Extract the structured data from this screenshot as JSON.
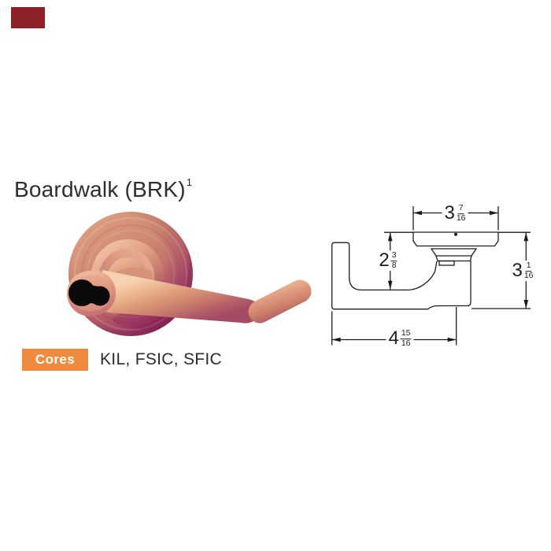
{
  "page": {
    "background": "#ffffff"
  },
  "brand": {
    "swatch_color": "#8d2029"
  },
  "title": {
    "text": "Boardwalk (BRK)",
    "superscript": "1"
  },
  "product_image": {
    "description": "Boardwalk lever handle on round rose, satin copper/bronze finish, interchangeable-core keyway visible in lever end",
    "finish_highlight": "#f4cfb0",
    "finish_mid": "#d18a6c",
    "finish_shadow": "#96245c",
    "keyway_color": "#0a0a0a"
  },
  "drawing": {
    "line_color": "#1c1c1c",
    "dimensions": {
      "top_width": {
        "whole": "3",
        "numerator": "7",
        "denominator": "16"
      },
      "left_height": {
        "whole": "2",
        "numerator": "3",
        "denominator": "8"
      },
      "right_height": {
        "whole": "3",
        "numerator": "1",
        "denominator": "16"
      },
      "bottom_length": {
        "whole": "4",
        "numerator": "15",
        "denominator": "16"
      }
    }
  },
  "cores": {
    "label": "Cores",
    "badge_color": "#ef8a3e",
    "values": "KIL, FSIC, SFIC"
  }
}
